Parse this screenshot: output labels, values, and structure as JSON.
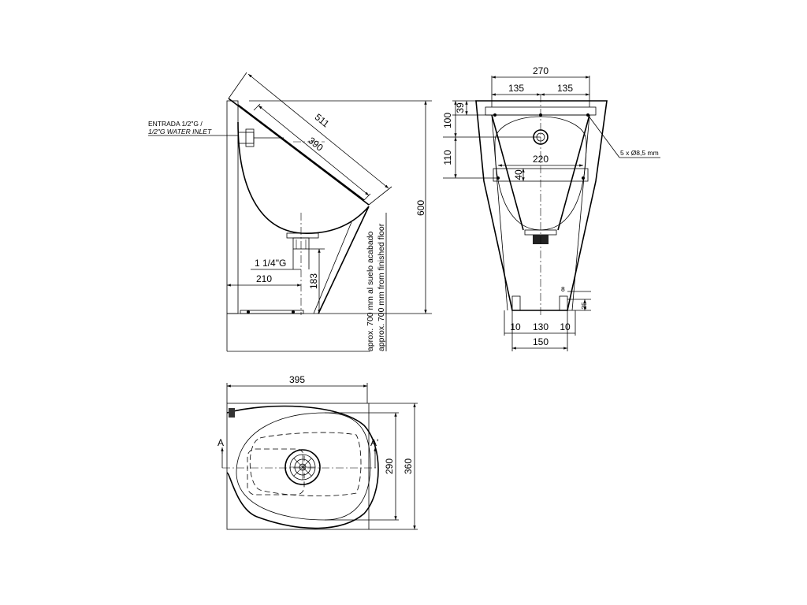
{
  "side_view": {
    "inlet_label_es": "ENTRADA 1/2\"G /",
    "inlet_label_en": "1/2\"G WATER INLET",
    "dim_length_total": "511",
    "dim_length_bowl": "390",
    "dim_height": "600",
    "dim_drain_label": "1 1/4\"G",
    "dim_drain_offset": "210",
    "dim_drain_height": "183",
    "floor_note_es": "aprox. 700 mm al suelo acabado",
    "floor_note_en": "approx. 700 mm from finished floor"
  },
  "front_view": {
    "dim_width_top": "270",
    "dim_half_left": "135",
    "dim_half_right": "135",
    "dim_top_39": "39",
    "dim_top_100": "100",
    "dim_110": "110",
    "dim_220": "220",
    "dim_40": "40",
    "dim_holes": "5 x Ø8,5 mm",
    "dim_8": "8",
    "dim_25": "25",
    "dim_bottom_10_left": "10",
    "dim_bottom_130": "130",
    "dim_bottom_10_right": "10",
    "dim_bottom_150": "150"
  },
  "top_view": {
    "dim_width": "395",
    "dim_depth_inner": "290",
    "dim_depth_outer": "360",
    "section_a": "A",
    "section_a_prime": "A'"
  }
}
